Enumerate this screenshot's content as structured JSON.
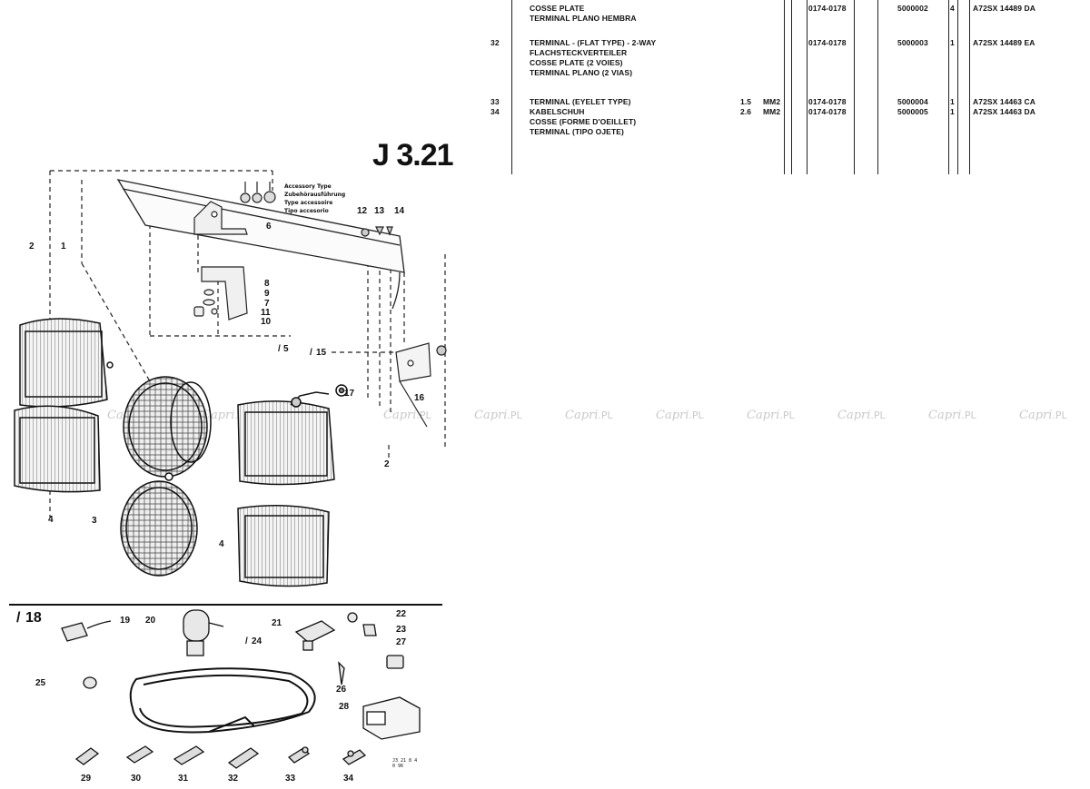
{
  "page_code": "J 3.21",
  "accessory_labels": [
    "Accessory Type",
    "Zubehörausführung",
    "Type accessoire",
    "Tipo accesorio"
  ],
  "rows": [
    {
      "ref": "",
      "lines": [
        "COSSE PLATE",
        "TERMINAL PLANO HEMBRA"
      ],
      "size": "",
      "unit": "",
      "years": "0174-0178",
      "part_no": "5000002",
      "qty": "4",
      "code": "A72SX 14489 DA"
    },
    {
      "ref": "32",
      "lines": [
        "TERMINAL - (FLAT TYPE) - 2-WAY",
        "FLACHSTECKVERTEILER",
        "COSSE PLATE (2 VOIES)",
        "TERMINAL PLANO (2 VIAS)"
      ],
      "size": "",
      "unit": "",
      "years": "0174-0178",
      "part_no": "5000003",
      "qty": "1",
      "code": "A72SX 14489 EA"
    },
    {
      "ref": "33",
      "lines": [
        "TERMINAL (EYELET TYPE)"
      ],
      "size": "1.5",
      "unit": "MM2",
      "years": "0174-0178",
      "part_no": "5000004",
      "qty": "1",
      "code": "A72SX 14463 CA"
    },
    {
      "ref": "34",
      "lines": [
        "KABELSCHUH",
        "COSSE (FORME D'OEILLET)",
        "TERMINAL (TIPO OJETE)"
      ],
      "size": "2.6",
      "unit": "MM2",
      "years": "0174-0178",
      "part_no": "5000005",
      "qty": "1",
      "code": "A72SX 14463 DA"
    }
  ],
  "callouts": [
    "1",
    "2",
    "2",
    "3",
    "4",
    "4",
    "5",
    "6",
    "7",
    "8",
    "9",
    "10",
    "11",
    "12",
    "13",
    "14",
    "15",
    "16",
    "17",
    "18",
    "19",
    "20",
    "21",
    "22",
    "23",
    "24",
    "25",
    "26",
    "27",
    "28",
    "29",
    "30",
    "31",
    "32",
    "33",
    "34"
  ],
  "watermark": {
    "text": "Capri",
    "suffix": ".PL"
  },
  "small_code": [
    "J3 21 8 4",
    "0 96"
  ]
}
